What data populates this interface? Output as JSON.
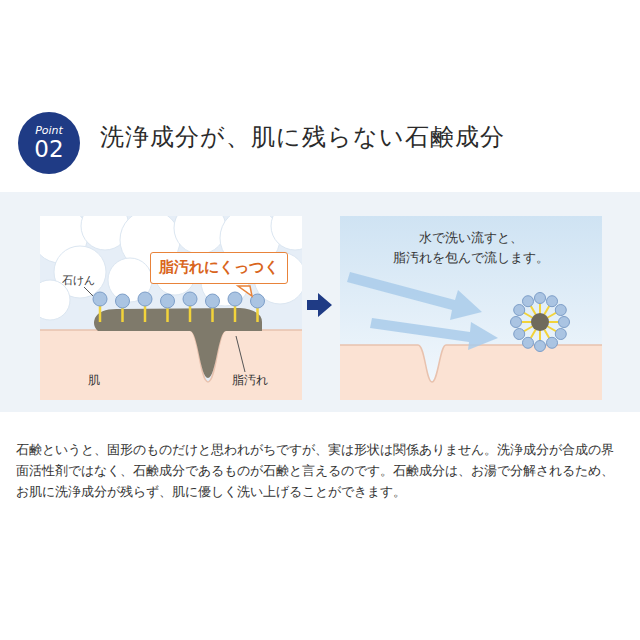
{
  "diagram": {
    "title": "洗浄成分が、肌に残らない石鹸成分",
    "nodes": [
      {
        "text": [
          "Point",
          "02"
        ]
      },
      {
        "text": [
          "脂汚れにくっつく"
        ]
      },
      {
        "text": [
          "水で洗い流すと、 脂汚れを包んで流します。"
        ]
      }
    ],
    "labels": [
      "石けん",
      "肌",
      "脂汚れ",
      "石鹸というと、固形のものだけと思われがちですが、実は形状は関係ありません。洗浄成分が合成の界面活性剤ではなく、石鹸成分であるものが石鹸と言えるのです。石鹸成分は、お湯で分解されるため、お肌に洗浄成分が残らず、肌に優しく洗い上げることができます。"
    ]
  }
}
